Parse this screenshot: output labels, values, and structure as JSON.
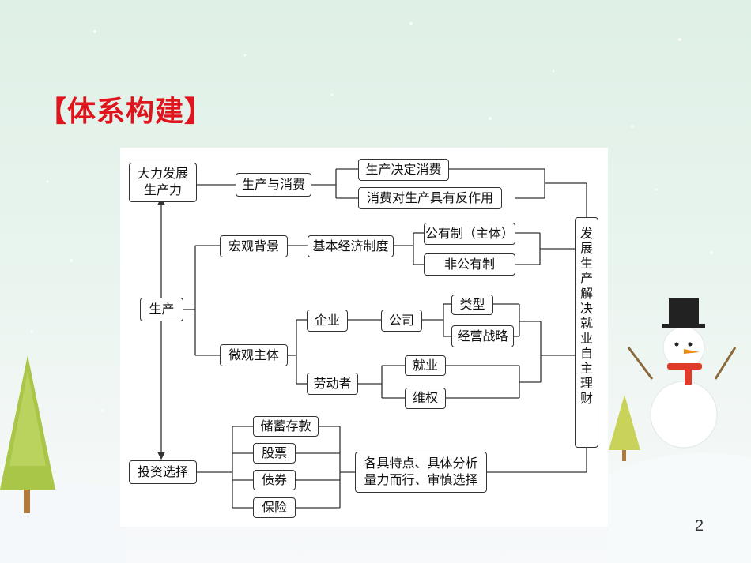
{
  "slide": {
    "heading": "【体系构建】",
    "page_number": "2"
  },
  "nodes": {
    "develop": [
      "大力发展",
      "生产力"
    ],
    "prod_cons": "生产与消费",
    "prod_decides": "生产决定消费",
    "cons_reacts": "消费对生产具有反作用",
    "macro": "宏观背景",
    "basic_system": "基本经济制度",
    "public": "公有制（主体）",
    "nonpublic": "非公有制",
    "production": "生产",
    "enterprise": "企业",
    "company": "公司",
    "types": "类型",
    "strategy": "经营战略",
    "micro": "微观主体",
    "laborer": "劳动者",
    "employment": "就业",
    "rights": "维权",
    "invest": "投资选择",
    "deposit": "储蓄存款",
    "stock": "股票",
    "bond": "债券",
    "insurance": "保险",
    "features": [
      "各具特点、具体分析",
      "量力而行、审慎选择"
    ],
    "right_col": [
      "发",
      "展",
      "生",
      "产",
      " ",
      "解",
      "决",
      "就",
      "业",
      " ",
      "自",
      "主",
      "理",
      "财"
    ]
  }
}
